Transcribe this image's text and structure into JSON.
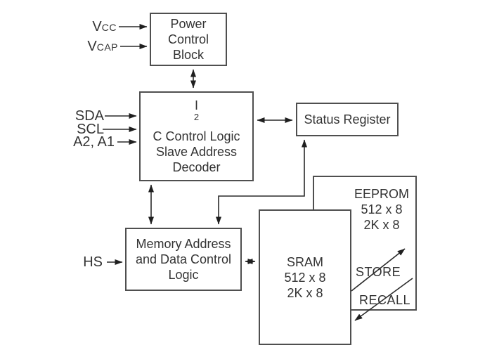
{
  "diagram": {
    "blocks": {
      "power_control": {
        "line1": "Power",
        "line2": "Control",
        "line3": "Block"
      },
      "i2c_control": {
        "line1_base": "I",
        "line1_sup": "2",
        "line1_rest": "C Control Logic",
        "line2": "Slave Address",
        "line3": "Decoder"
      },
      "status_register": {
        "label": "Status Register"
      },
      "memory_control": {
        "line1": "Memory Address",
        "line2": "and Data Control",
        "line3": "Logic"
      },
      "sram": {
        "line1": "SRAM",
        "line2": "512 x 8",
        "line3": "2K x 8"
      },
      "eeprom": {
        "line1": "EEPROM",
        "line2": "512 x 8",
        "line3": "2K x 8"
      }
    },
    "pins": {
      "vcc": {
        "base": "V",
        "sub": "CC"
      },
      "vcap": {
        "base": "V",
        "sub": "CAP"
      },
      "sda": {
        "label": "SDA"
      },
      "scl": {
        "label": "SCL"
      },
      "a2_a1": {
        "label": "A2, A1"
      },
      "hs": {
        "label": "HS"
      }
    },
    "operations": {
      "store": {
        "label": "STORE"
      },
      "recall": {
        "label": "RECALL"
      }
    },
    "colors": {
      "background": "#ffffff",
      "box_border": "#4f4f4f",
      "wire": "#2a2a2a",
      "text": "#333333"
    }
  }
}
